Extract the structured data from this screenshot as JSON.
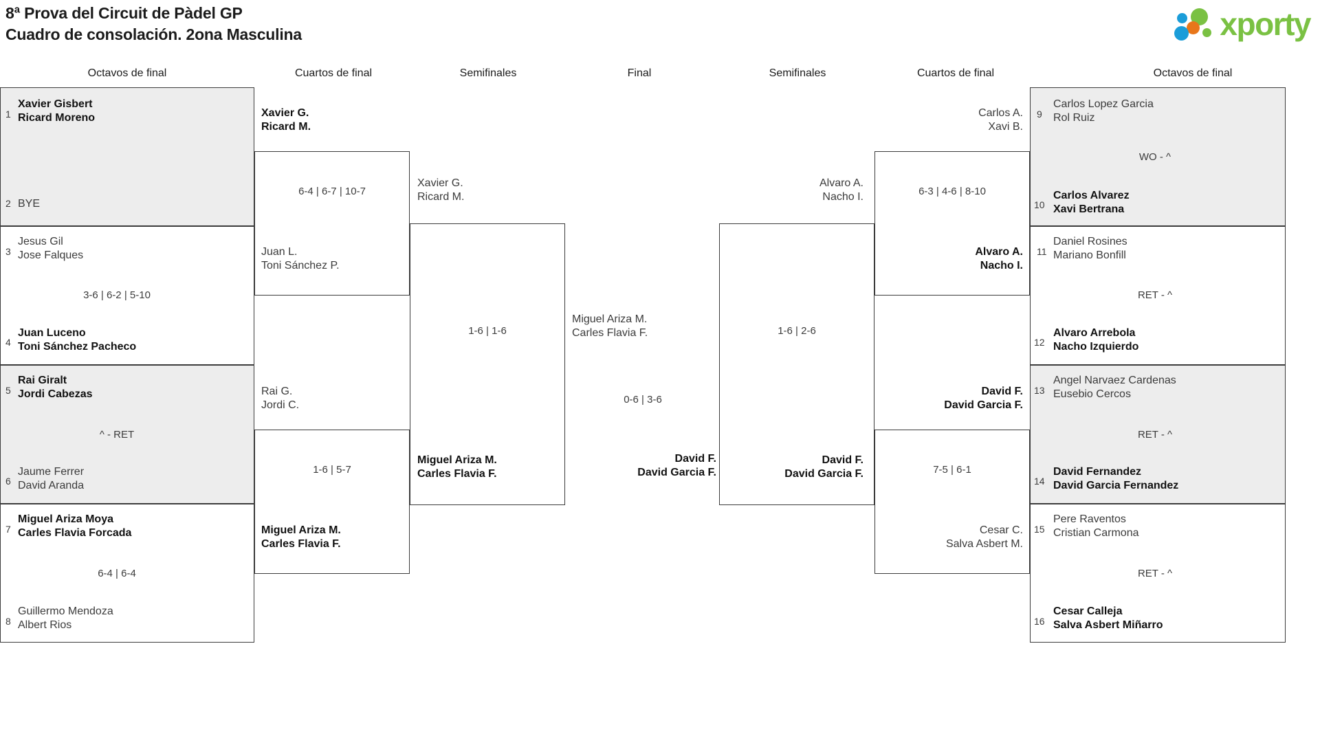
{
  "header": {
    "title_line1": "8ª Prova del Circuit de Pàdel GP",
    "title_line2": "Cuadro de consolación. 2ona Masculina",
    "logo_text": "xporty",
    "logo_colors": {
      "green": "#7ac143",
      "blue": "#1b9dd9",
      "orange": "#e8761a"
    }
  },
  "round_headers": [
    {
      "label": "Octavos de final"
    },
    {
      "label": "Cuartos de final"
    },
    {
      "label": "Semifinales"
    },
    {
      "label": "Final"
    },
    {
      "label": "Semifinales"
    },
    {
      "label": "Cuartos de final"
    },
    {
      "label": "Octavos de final"
    }
  ],
  "left": {
    "r16": [
      {
        "seed": "1",
        "p1": "Xavier Gisbert",
        "p2": "Ricard Moreno",
        "winner": true
      },
      {
        "seed": "2",
        "p1": "BYE",
        "p2": "",
        "winner": false
      },
      {
        "seed": "3",
        "p1": "Jesus Gil",
        "p2": "Jose Falques",
        "winner": false
      },
      {
        "seed": "4",
        "p1": "Juan Luceno",
        "p2": "Toni Sánchez Pacheco",
        "winner": true
      },
      {
        "seed": "5",
        "p1": "Rai Giralt",
        "p2": "Jordi Cabezas",
        "winner": true
      },
      {
        "seed": "6",
        "p1": "Jaume Ferrer",
        "p2": "David Aranda",
        "winner": false
      },
      {
        "seed": "7",
        "p1": "Miguel Ariza Moya",
        "p2": "Carles Flavia Forcada",
        "winner": true
      },
      {
        "seed": "8",
        "p1": "Guillermo Mendoza",
        "p2": "Albert Rios",
        "winner": false
      }
    ],
    "r16_scores": [
      "",
      "3-6 | 6-2 | 5-10",
      "^ - RET",
      "6-4 | 6-4"
    ],
    "qf": [
      {
        "p1": "Xavier G.",
        "p2": "Ricard M.",
        "winner": true
      },
      {
        "p1": "Juan L.",
        "p2": "Toni Sánchez P.",
        "winner": false
      },
      {
        "p1": "Rai G.",
        "p2": "Jordi C.",
        "winner": false
      },
      {
        "p1": "Miguel Ariza M.",
        "p2": "Carles Flavia F.",
        "winner": true
      }
    ],
    "qf_scores": [
      "6-4 | 6-7 | 10-7",
      "1-6 | 5-7"
    ],
    "sf": [
      {
        "p1": "Xavier G.",
        "p2": "Ricard M.",
        "winner": false
      },
      {
        "p1": "Miguel Ariza M.",
        "p2": "Carles Flavia F.",
        "winner": true
      }
    ],
    "sf_scores": [
      "1-6 | 1-6"
    ]
  },
  "final": {
    "top": {
      "p1": "Miguel Ariza M.",
      "p2": "Carles Flavia F.",
      "winner": false
    },
    "bottom": {
      "p1": "David F.",
      "p2": "David Garcia F.",
      "winner": true
    },
    "score": "0-6 | 3-6"
  },
  "right": {
    "sf": [
      {
        "p1": "Alvaro A.",
        "p2": "Nacho I.",
        "winner": false
      },
      {
        "p1": "David F.",
        "p2": "David Garcia F.",
        "winner": true
      }
    ],
    "sf_scores": [
      "1-6 | 2-6"
    ],
    "qf": [
      {
        "p1": "Carlos A.",
        "p2": "Xavi B.",
        "winner": false
      },
      {
        "p1": "Alvaro A.",
        "p2": "Nacho I.",
        "winner": true
      },
      {
        "p1": "David F.",
        "p2": "David Garcia F.",
        "winner": true
      },
      {
        "p1": "Cesar C.",
        "p2": "Salva Asbert M.",
        "winner": false
      }
    ],
    "qf_scores": [
      "6-3 | 4-6 | 8-10",
      "7-5 | 6-1"
    ],
    "r16": [
      {
        "seed": "9",
        "p1": "Carlos Lopez Garcia",
        "p2": "Rol Ruiz",
        "winner": false
      },
      {
        "seed": "10",
        "p1": "Carlos Alvarez",
        "p2": "Xavi Bertrana",
        "winner": true
      },
      {
        "seed": "11",
        "p1": "Daniel Rosines",
        "p2": "Mariano Bonfill",
        "winner": false
      },
      {
        "seed": "12",
        "p1": "Alvaro Arrebola",
        "p2": "Nacho Izquierdo",
        "winner": true
      },
      {
        "seed": "13",
        "p1": "Angel Narvaez Cardenas",
        "p2": "Eusebio Cercos",
        "winner": false
      },
      {
        "seed": "14",
        "p1": "David Fernandez",
        "p2": "David Garcia Fernandez",
        "winner": true
      },
      {
        "seed": "15",
        "p1": "Pere Raventos",
        "p2": "Cristian Carmona",
        "winner": false
      },
      {
        "seed": "16",
        "p1": "Cesar Calleja",
        "p2": "Salva Asbert Miñarro",
        "winner": true
      }
    ],
    "r16_scores": [
      "WO - ^",
      "RET - ^",
      "RET - ^",
      "RET - ^"
    ]
  }
}
